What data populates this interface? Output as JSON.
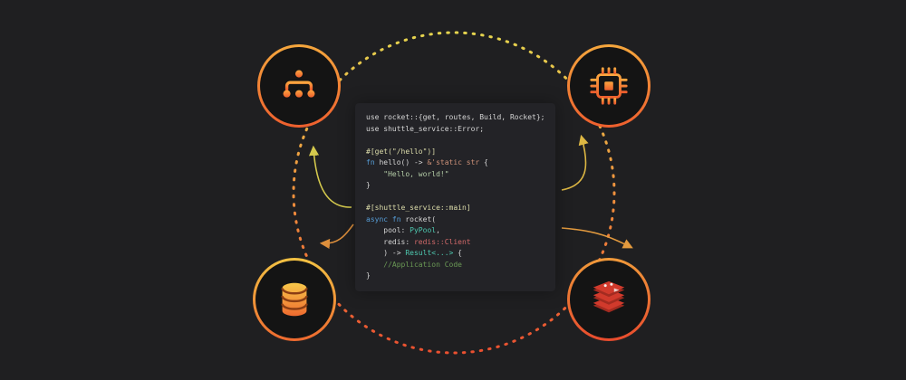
{
  "diagram": {
    "name": "service-architecture-illustration",
    "nodes": [
      {
        "id": "sitemap",
        "icon": "sitemap-icon",
        "position": "top-left"
      },
      {
        "id": "cpu",
        "icon": "cpu-icon",
        "position": "top-right"
      },
      {
        "id": "database",
        "icon": "database-icon",
        "position": "bottom-left"
      },
      {
        "id": "redis",
        "icon": "redis-icon",
        "position": "bottom-right"
      }
    ],
    "colors": {
      "background": "#1f1f21",
      "panel": "#232327",
      "ring_yellow": "#e5d44e",
      "ring_orange": "#f0913d",
      "ring_red": "#ea5030",
      "icon_orange_light": "#fca63f",
      "icon_orange_dark": "#ee5f2e",
      "database_yellow": "#f8c84a",
      "redis_red": "#d13a2c"
    }
  },
  "code": {
    "language": "rust",
    "lines": [
      [
        [
          "w",
          "use rocket::{get, routes, Build, Rocket};"
        ]
      ],
      [
        [
          "w",
          "use shuttle_service::Error;"
        ]
      ],
      [],
      [
        [
          "y",
          "#[get(\"/hello\")]"
        ]
      ],
      [
        [
          "b",
          "fn "
        ],
        [
          "w",
          "hello() -> "
        ],
        [
          "o",
          "&'static str"
        ],
        [
          "w",
          " {"
        ]
      ],
      [
        [
          "s",
          "    \"Hello, world!\""
        ]
      ],
      [
        [
          "w",
          "}"
        ]
      ],
      [],
      [
        [
          "y",
          "#[shuttle_service::main]"
        ]
      ],
      [
        [
          "b",
          "async fn "
        ],
        [
          "w",
          "rocket("
        ]
      ],
      [
        [
          "w",
          "    pool: "
        ],
        [
          "t",
          "PyPool"
        ],
        [
          "w",
          ","
        ]
      ],
      [
        [
          "w",
          "    redis: "
        ],
        [
          "r",
          "redis::Client"
        ]
      ],
      [
        [
          "w",
          "    ) -> "
        ],
        [
          "t",
          "Result<...>"
        ],
        [
          "w",
          " {"
        ]
      ],
      [
        [
          "c",
          "    //Application Code"
        ]
      ],
      [
        [
          "w",
          "}"
        ]
      ]
    ]
  }
}
